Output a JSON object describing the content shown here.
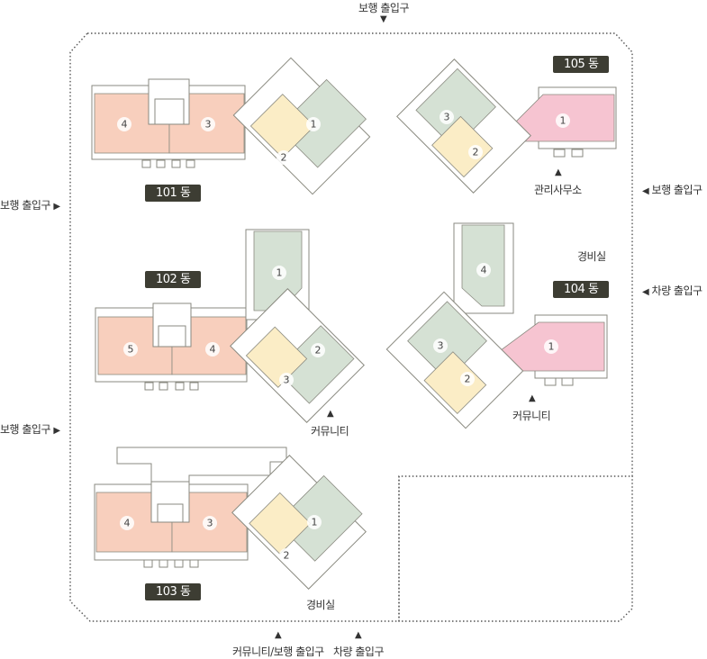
{
  "colors": {
    "unit_salmon": "#f8cfbd",
    "unit_green": "#d5e1d4",
    "unit_yellow": "#fbedc6",
    "unit_pink": "#f6c4d1",
    "outline": "#8a8a80",
    "tag_bg": "#3d3d33",
    "dotted_boundary": "#555555"
  },
  "entrances": {
    "top": {
      "label": "보행 출입구",
      "arrow": "▼"
    },
    "left_upper": {
      "label": "보행 출입구",
      "arrow": "▶"
    },
    "left_lower": {
      "label": "보행 출입구",
      "arrow": "▶"
    },
    "right_upper": {
      "label": "보행 출입구",
      "arrow": "◀"
    },
    "right_lower": {
      "label": "차량 출입구",
      "arrow": "◀"
    },
    "bottom_community": {
      "label": "커뮤니티/보행 출입구",
      "arrow": "▲"
    },
    "bottom_vehicle": {
      "label": "차량 출입구",
      "arrow": "▲"
    }
  },
  "facilities": {
    "management_office": {
      "label": "관리사무소",
      "arrow": "▲"
    },
    "community_102": {
      "label": "커뮤니티",
      "arrow": "▲"
    },
    "community_104": {
      "label": "커뮤니티",
      "arrow": "▲"
    },
    "guard_104": {
      "label": "경비실"
    },
    "guard_103": {
      "label": "경비실"
    }
  },
  "buildings": [
    {
      "name": "101 동",
      "units": [
        "4",
        "3",
        "1",
        "2"
      ]
    },
    {
      "name": "102 동",
      "units": [
        "5",
        "4",
        "1",
        "2",
        "3"
      ]
    },
    {
      "name": "103 동",
      "units": [
        "4",
        "3",
        "1",
        "2"
      ]
    },
    {
      "name": "104 동",
      "units": [
        "4",
        "3",
        "2",
        "1"
      ]
    },
    {
      "name": "105 동",
      "units": [
        "3",
        "2",
        "1"
      ]
    }
  ]
}
